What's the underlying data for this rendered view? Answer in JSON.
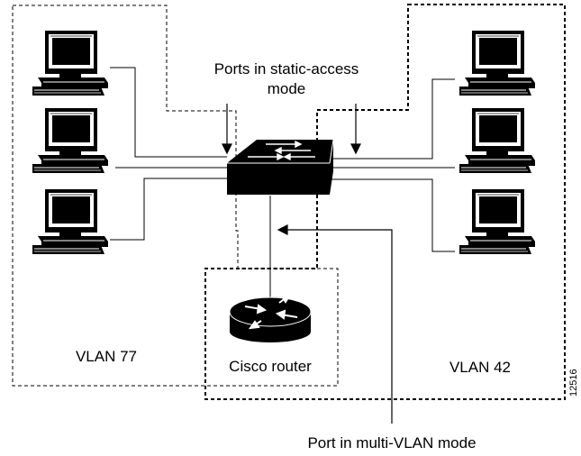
{
  "labels": {
    "ports_static_line1": "Ports in static-access",
    "ports_static_line2": "mode",
    "port_multi_vlan": "Port in multi-VLAN mode",
    "vlan_left": "VLAN 77",
    "vlan_right": "VLAN 42",
    "router": "Cisco router",
    "figure_id": "12516"
  },
  "colors": {
    "device": "#000000",
    "background": "#ffffff",
    "line": "#000000"
  },
  "icons": {
    "pc": "pc-icon",
    "switch": "switch-icon",
    "router": "router-icon"
  }
}
